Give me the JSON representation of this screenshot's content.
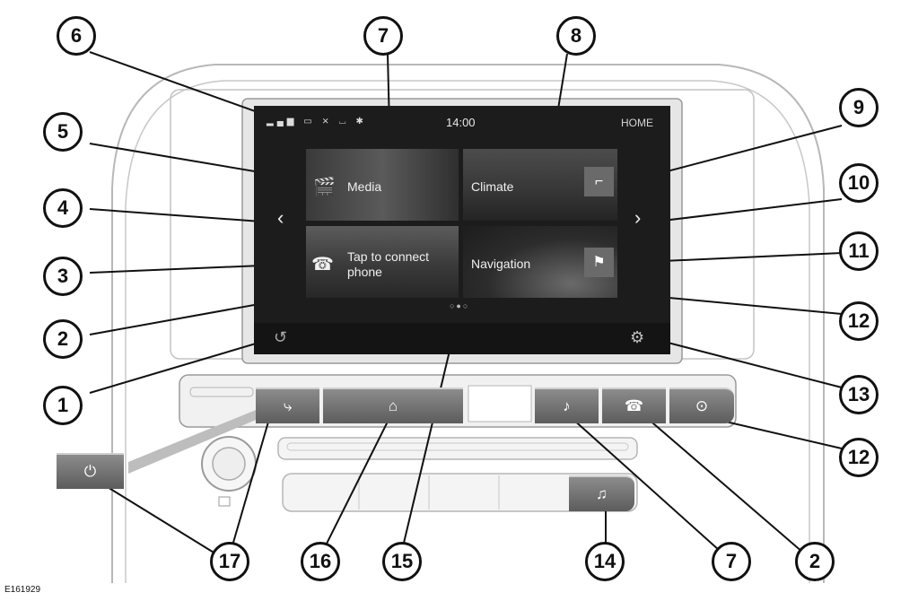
{
  "screen": {
    "time": "14:00",
    "home_label": "HOME",
    "status_icons": [
      "signal-bars-icon",
      "battery-icon",
      "antenna-icon",
      "bracket-icon",
      "bluetooth-icon"
    ],
    "tiles": {
      "media": {
        "label": "Media",
        "icon": "media-clapper-note-icon"
      },
      "climate": {
        "label": "Climate",
        "side_icon": "seat-icon"
      },
      "phone": {
        "label": "Tap to connect phone",
        "icon": "phone-handset-icon"
      },
      "navigation": {
        "label": "Navigation",
        "side_icon": "checkered-flag-icon"
      }
    },
    "page_dots": 3,
    "active_dot": 2
  },
  "physical_buttons": [
    {
      "name": "source-button",
      "icon": "source-icon"
    },
    {
      "name": "home-button",
      "icon": "house-icon"
    },
    {
      "name": "media-button",
      "icon": "media-clapper-note-icon"
    },
    {
      "name": "phone-button",
      "icon": "phone-handset-icon"
    },
    {
      "name": "navigation-button",
      "icon": "navigation-arrow-icon"
    },
    {
      "name": "power-button",
      "icon": "power-icon"
    },
    {
      "name": "music-button",
      "icon": "music-note-icon"
    }
  ],
  "callouts": [
    "6",
    "7",
    "8",
    "9",
    "5",
    "10",
    "4",
    "11",
    "3",
    "12",
    "2",
    "1",
    "13",
    "12",
    "17",
    "16",
    "15",
    "14",
    "7",
    "2"
  ],
  "figure_code": "E161929"
}
